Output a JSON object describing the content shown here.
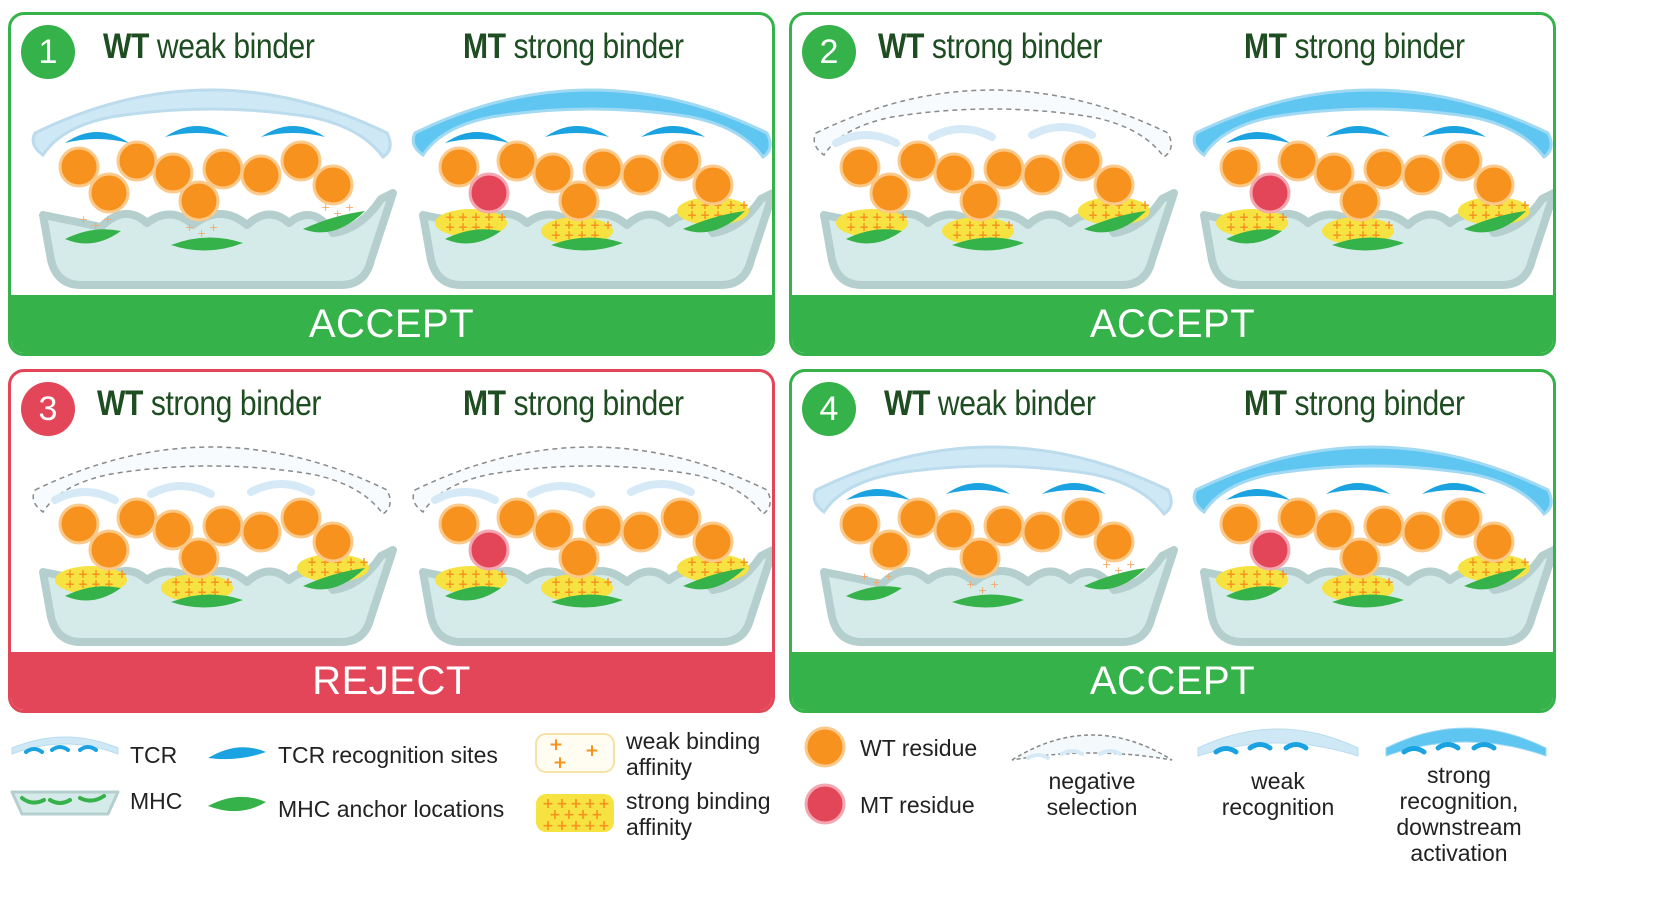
{
  "panels": [
    {
      "number": "1",
      "left_tag": "WT",
      "left_desc": "weak binder",
      "right_tag": "MT",
      "right_desc": "strong binder",
      "verdict": "ACCEPT",
      "status": "accept",
      "left": {
        "tcr": "weak",
        "affinity": "weak",
        "mt": false
      },
      "right": {
        "tcr": "strong",
        "affinity": "strong",
        "mt": true
      }
    },
    {
      "number": "2",
      "left_tag": "WT",
      "left_desc": "strong binder",
      "right_tag": "MT",
      "right_desc": "strong binder",
      "verdict": "ACCEPT",
      "status": "accept",
      "left": {
        "tcr": "negative",
        "affinity": "strong",
        "mt": false
      },
      "right": {
        "tcr": "strong",
        "affinity": "strong",
        "mt": true
      }
    },
    {
      "number": "3",
      "left_tag": "WT",
      "left_desc": "strong binder",
      "right_tag": "MT",
      "right_desc": "strong binder",
      "verdict": "REJECT",
      "status": "reject",
      "left": {
        "tcr": "negative",
        "affinity": "strong",
        "mt": false
      },
      "right": {
        "tcr": "negative",
        "affinity": "strong",
        "mt": true
      }
    },
    {
      "number": "4",
      "left_tag": "WT",
      "left_desc": "weak binder",
      "right_tag": "MT",
      "right_desc": "strong binder",
      "verdict": "ACCEPT",
      "status": "accept",
      "left": {
        "tcr": "weak",
        "affinity": "weak",
        "mt": false
      },
      "right": {
        "tcr": "strong",
        "affinity": "strong",
        "mt": true
      }
    }
  ],
  "legend": {
    "tcr": "TCR",
    "mhc": "MHC",
    "tcr_sites": "TCR recognition sites",
    "mhc_anchor": "MHC anchor locations",
    "weak_affinity": "weak binding affinity",
    "strong_affinity": "strong binding affinity",
    "wt_residue": "WT residue",
    "mt_residue": "MT residue",
    "negative_selection": "negative selection",
    "weak_recognition": "weak recognition",
    "strong_recognition": "strong recognition, downstream activation"
  },
  "colors": {
    "accept": "#36b24a",
    "reject": "#e34658",
    "wt_residue": "#f7921e",
    "mt_residue": "#e34658",
    "tcr_weak": "#cfe8f6",
    "tcr_strong": "#5ec6f0",
    "recognition_site": "#1aa3e0",
    "mhc_fill": "#d5ebe9",
    "mhc_rim": "#b4cfcd",
    "anchor": "#36b24a",
    "strong_affinity": "#f6e341",
    "weak_affinity_plus": "#f7921e"
  }
}
